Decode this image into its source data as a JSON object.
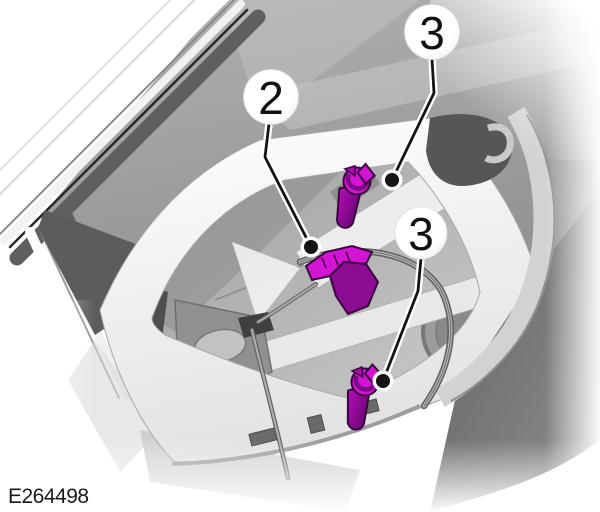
{
  "figure": {
    "id_label": "E264498",
    "type": "service-manual-technical-illustration"
  },
  "callouts": [
    {
      "label": "2",
      "points_to": "wiring-harness-clip"
    },
    {
      "label": "3",
      "points_to": "upper-push-pin-fastener"
    },
    {
      "label": "3",
      "points_to": "lower-push-pin-fastener"
    }
  ],
  "highlighted_parts": [
    {
      "name": "upper-push-pin-fastener",
      "color": "#d414d4"
    },
    {
      "name": "wiring-harness-clip",
      "color": "#d414d4"
    },
    {
      "name": "lower-push-pin-fastener",
      "color": "#d414d4"
    }
  ],
  "colors": {
    "highlight_magenta": "#d414d4",
    "highlight_magenta_dark": "#7d0a86",
    "leader_line": "#141414",
    "callout_fill": "#ffffff",
    "label_text": "#1a1a1a"
  }
}
